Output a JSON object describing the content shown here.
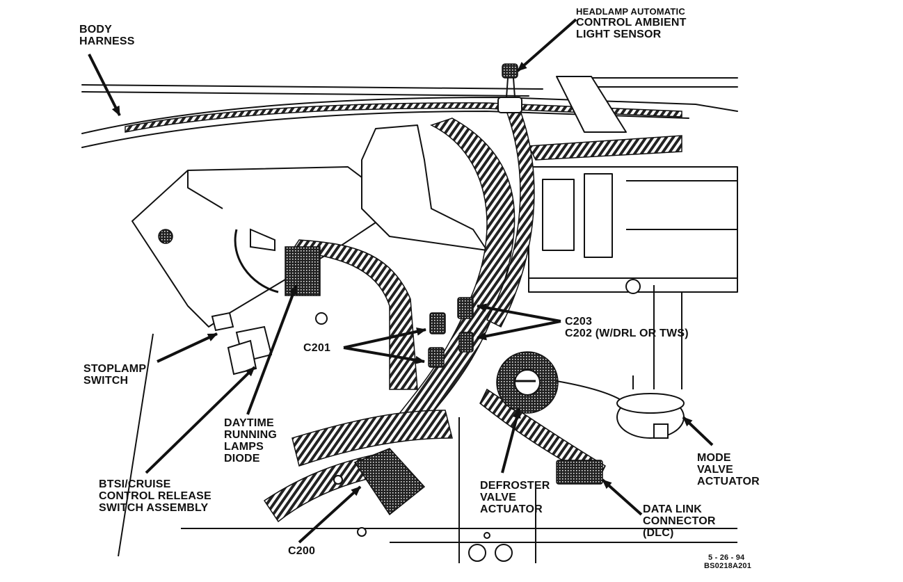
{
  "labels": {
    "body_harness": [
      "BODY",
      "HARNESS"
    ],
    "headlamp_sensor": [
      "HEADLAMP AUTOMATIC",
      "CONTROL AMBIENT",
      "LIGHT SENSOR"
    ],
    "stoplamp_switch": [
      "STOPLAMP",
      "SWITCH"
    ],
    "c201": "C201",
    "c203": "C203",
    "c202": "C202 (W/DRL OR TWS)",
    "drl_diode": [
      "DAYTIME",
      "RUNNING",
      "LAMPS",
      "DIODE"
    ],
    "btsi": [
      "BTSI/CRUISE",
      "CONTROL RELEASE",
      "SWITCH ASSEMBLY"
    ],
    "c200": "C200",
    "defroster": [
      "DEFROSTER",
      "VALVE",
      "ACTUATOR"
    ],
    "mode_valve": [
      "MODE",
      "VALVE",
      "ACTUATOR"
    ],
    "dlc": [
      "DATA LINK",
      "CONNECTOR",
      "(DLC)"
    ],
    "figure_date": "5 - 26 - 94",
    "figure_code": "BS0218A201"
  }
}
